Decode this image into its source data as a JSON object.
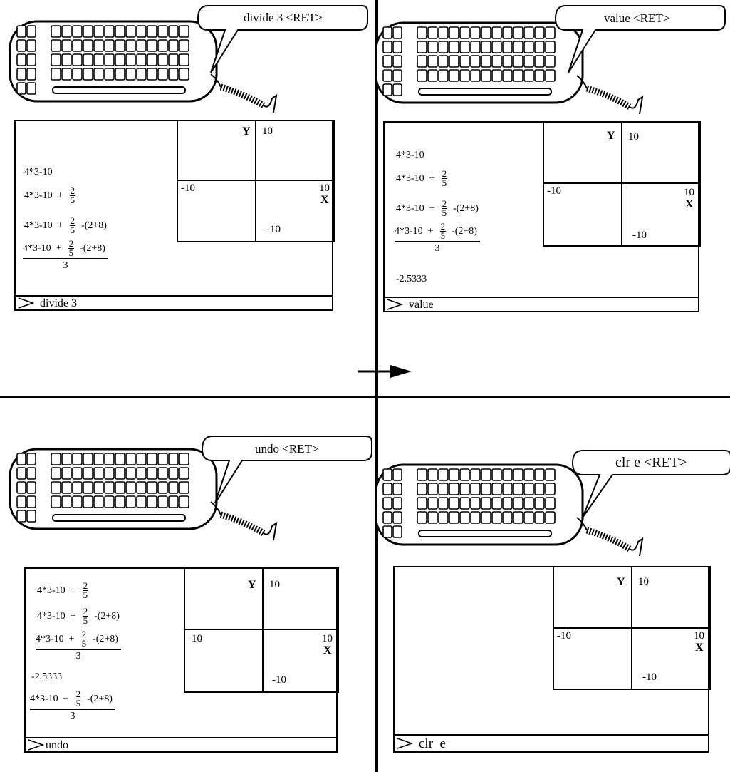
{
  "panels": [
    {
      "command": "divide 3",
      "speech": "divide 3  <RET>",
      "graph": {
        "y_axis": "Y",
        "x_axis": "X",
        "y_max": "10",
        "y_min": "-10",
        "x_min": "-10",
        "x_max": "10"
      },
      "history": {
        "line1": "4*3-10",
        "line2_expr": "4*3-10",
        "line2_num": "2",
        "line2_den": "5",
        "line3_expr": "4*3-10",
        "line3_num": "2",
        "line3_den": "5",
        "line3_tail": "-(2+8)",
        "line4_expr": "4*3-10",
        "line4_num": "2",
        "line4_den": "5",
        "line4_tail": "-(2+8)",
        "line4_divisor": "3"
      }
    },
    {
      "command": "value",
      "speech": "value  <RET>",
      "graph": {
        "y_axis": "Y",
        "x_axis": "X",
        "y_max": "10",
        "y_min": "-10",
        "x_min": "-10",
        "x_max": "10"
      },
      "history": {
        "line1": "4*3-10",
        "line2_expr": "4*3-10",
        "line2_num": "2",
        "line2_den": "5",
        "line3_expr": "4*3-10",
        "line3_num": "2",
        "line3_den": "5",
        "line3_tail": "-(2+8)",
        "line4_expr": "4*3-10",
        "line4_num": "2",
        "line4_den": "5",
        "line4_tail": "-(2+8)",
        "line4_divisor": "3",
        "result": "-2.5333"
      }
    },
    {
      "command": "undo",
      "speech": "undo   <RET>",
      "graph": {
        "y_axis": "Y",
        "x_axis": "X",
        "y_max": "10",
        "y_min": "-10",
        "x_min": "-10",
        "x_max": "10"
      },
      "history": {
        "line1_expr": "4*3-10",
        "line1_num": "2",
        "line1_den": "5",
        "line2_expr": "4*3-10",
        "line2_num": "2",
        "line2_den": "5",
        "line2_tail": "-(2+8)",
        "line3_expr": "4*3-10",
        "line3_num": "2",
        "line3_den": "5",
        "line3_tail": "-(2+8)",
        "line3_divisor": "3",
        "result": "-2.5333",
        "line5_expr": "4*3-10",
        "line5_num": "2",
        "line5_den": "5",
        "line5_tail": "-(2+8)",
        "line5_divisor": "3"
      }
    },
    {
      "command": "clr  e",
      "speech": "clr  e   <RET>",
      "graph": {
        "y_axis": "Y",
        "x_axis": "X",
        "y_max": "10",
        "y_min": "-10",
        "x_min": "-10",
        "x_max": "10"
      }
    }
  ]
}
